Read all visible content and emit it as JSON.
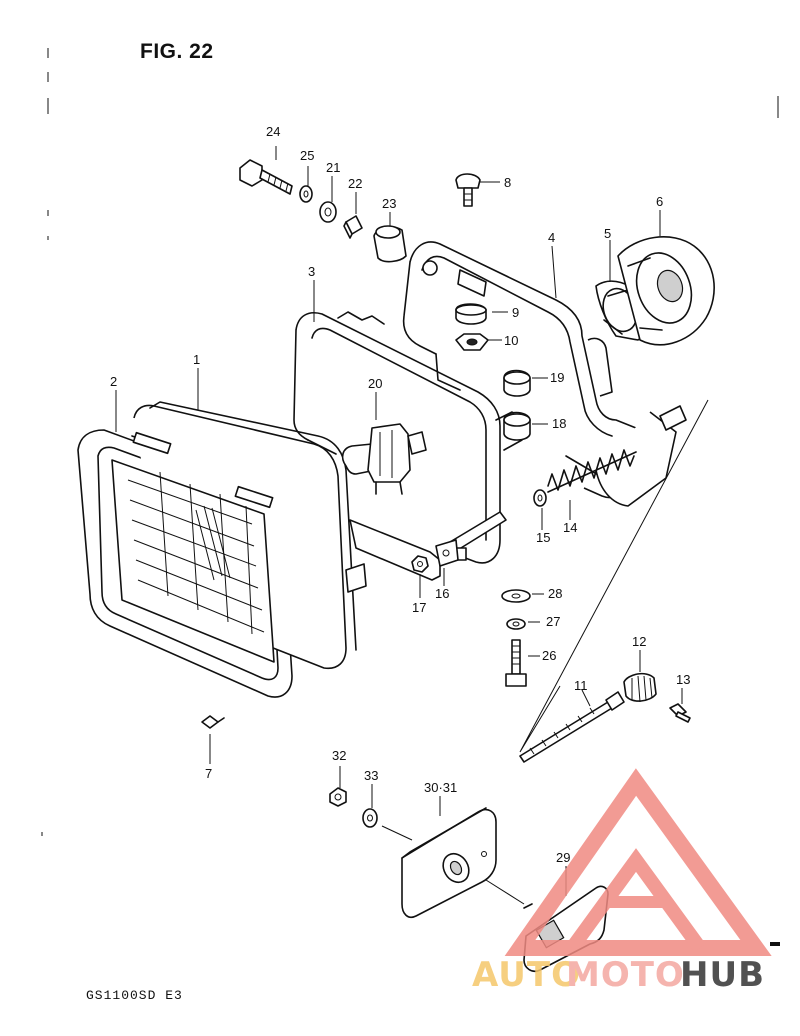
{
  "figure": {
    "title": "FIG. 22",
    "model": "GS1100SD  E3"
  },
  "callouts": [
    "1",
    "2",
    "3",
    "4",
    "5",
    "6",
    "7",
    "8",
    "9",
    "10",
    "11",
    "12",
    "13",
    "14",
    "15",
    "16",
    "17",
    "18",
    "19",
    "20",
    "21",
    "22",
    "23",
    "24",
    "25",
    "26",
    "27",
    "28",
    "29",
    "30·31",
    "32",
    "33"
  ],
  "watermark": {
    "text_a": "AUTO",
    "text_b": "MOTO",
    "text_c": "HUB",
    "color_a": "#f5c76b",
    "color_b": "#f4a7a0",
    "color_c": "#333333"
  }
}
